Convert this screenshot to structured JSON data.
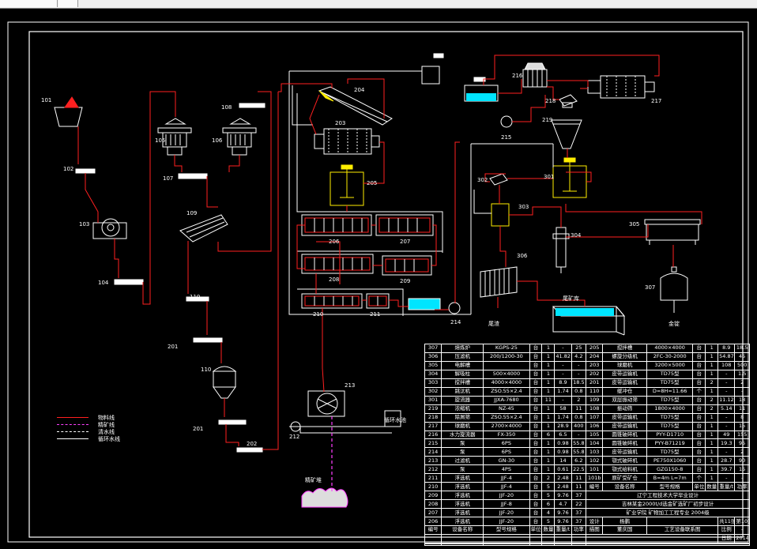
{
  "window": {
    "tabs": [
      "",
      ""
    ]
  },
  "equipment_labels": {
    "101": "101",
    "102": "102",
    "103": "103",
    "104": "104",
    "105": "105",
    "106": "106",
    "107": "107",
    "108": "108",
    "109": "109",
    "110": "110",
    "110b": "110",
    "201a": "201",
    "201b": "201",
    "202": "202",
    "203": "203",
    "204": "204",
    "205": "205",
    "206": "206",
    "207": "207",
    "208": "208",
    "209": "209",
    "210": "210",
    "211": "211",
    "212": "212",
    "213": "213",
    "214": "214",
    "215": "215",
    "216": "216",
    "217": "217",
    "218": "218",
    "219": "219",
    "301": "301",
    "302": "302",
    "303": "303",
    "304": "304",
    "305": "305",
    "306": "306",
    "307": "307"
  },
  "area_labels": {
    "tailings_dam": "尾矿库",
    "tailings": "尾渣",
    "gold_ingot": "金锭",
    "circulating_pool": "循环水池",
    "concentrate_yard": "精矿堆"
  },
  "legend": [
    {
      "label": "物料线",
      "color": "#ff2020",
      "style": "solid"
    },
    {
      "label": "精矿线",
      "color": "#ff40ff",
      "style": "dashed"
    },
    {
      "label": "清水线",
      "color": "#ffffff",
      "style": "dashdot"
    },
    {
      "label": "循环水线",
      "color": "#ffffff",
      "style": "solid"
    }
  ],
  "colors": {
    "material": "#ff2020",
    "concentrate": "#ff40ff",
    "water": "#ffffff",
    "tank": "#ffee00",
    "pool": "#00e5ff"
  },
  "equipment_table": {
    "left_rows": [
      [
        "307",
        "熔炼炉",
        "KGPS-25",
        "台",
        "1",
        "-",
        "25"
      ],
      [
        "306",
        "压滤机",
        "200/1200-30",
        "台",
        "1",
        "41.82",
        "4.2"
      ],
      [
        "305",
        "电解槽",
        "",
        "台",
        "1",
        "-",
        "-"
      ],
      [
        "304",
        "解吸柱",
        "500×4000",
        "台",
        "1",
        "-",
        "-"
      ],
      [
        "303",
        "搅拌槽",
        "4000×4000",
        "台",
        "1",
        "8.9",
        "18.5"
      ],
      [
        "302",
        "跳汰机",
        "ZSO.55×2.4",
        "台",
        "1",
        "1.74",
        "0.8"
      ],
      [
        "301",
        "旋流器",
        "JJXA-7680",
        "台",
        "11",
        "-",
        "2"
      ],
      [
        "219",
        "浓缩机",
        "NZ-45",
        "台",
        "1",
        "58",
        "11"
      ],
      [
        "218",
        "除屑筛",
        "ZSO.55×2.4",
        "台",
        "1",
        "1.74",
        "0.8"
      ],
      [
        "217",
        "球磨机",
        "2700×4000",
        "台",
        "1",
        "28.9",
        "400"
      ],
      [
        "216",
        "水力旋流器",
        "FX-350",
        "台",
        "6",
        "6.5",
        "-"
      ],
      [
        "215",
        "泵",
        "6PS",
        "台",
        "1",
        "0.98",
        "55.8"
      ],
      [
        "214",
        "泵",
        "6PS",
        "台",
        "1",
        "0.98",
        "55.8"
      ],
      [
        "213",
        "过滤机",
        "GN-30",
        "台",
        "1",
        "14",
        "6.2"
      ],
      [
        "212",
        "泵",
        "4PS",
        "台",
        "1",
        "0.61",
        "22.5"
      ],
      [
        "211",
        "浮选机",
        "JJF-4",
        "台",
        "2",
        "2.48",
        "11"
      ],
      [
        "210",
        "浮选机",
        "JJF-4",
        "台",
        "5",
        "2.48",
        "11"
      ],
      [
        "209",
        "浮选机",
        "JJF-20",
        "台",
        "5",
        "9.76",
        "37"
      ],
      [
        "208",
        "浮选机",
        "JJF-8",
        "台",
        "6",
        "4.7",
        "22"
      ],
      [
        "207",
        "浮选机",
        "JJF-20",
        "台",
        "4",
        "9.76",
        "37"
      ],
      [
        "206",
        "浮选机",
        "JJF-20",
        "台",
        "5",
        "9.76",
        "37"
      ]
    ],
    "left_footer": [
      "编号",
      "设备名称",
      "型号规格",
      "单位",
      "数量",
      "重量/t",
      "功率"
    ],
    "right_rows": [
      [
        "205",
        "搅拌槽",
        "4000×4000",
        "台",
        "1",
        "8.9",
        "18.5"
      ],
      [
        "204",
        "螺旋分级机",
        "2FC-30-2000",
        "台",
        "1",
        "54.87",
        "45"
      ],
      [
        "203",
        "球磨机",
        "3200×5000",
        "台",
        "1",
        "108",
        "500"
      ],
      [
        "202",
        "皮带运输机",
        "TD75型",
        "台",
        "1",
        "-",
        "1.5"
      ],
      [
        "201",
        "皮带运输机",
        "TD75型",
        "台",
        "2",
        "-",
        "2"
      ],
      [
        "110",
        "缓冲仓",
        "D=8H=11.66",
        "个",
        "1",
        "-",
        "-"
      ],
      [
        "109",
        "双层振动筛",
        "TD75型",
        "台",
        "2",
        "11.12",
        "18"
      ],
      [
        "108",
        "振动筛",
        "1800×4000",
        "台",
        "2",
        "5.14",
        "11"
      ],
      [
        "107",
        "皮带运输机",
        "TD75型",
        "台",
        "1",
        "-",
        "8"
      ],
      [
        "106",
        "皮带运输机",
        "TD75型",
        "台",
        "1",
        "-",
        "15"
      ],
      [
        "105",
        "圆锥破碎机",
        "PYY-D1710",
        "台",
        "1",
        "49",
        "155"
      ],
      [
        "104",
        "圆锥破碎机",
        "PYY-B71219",
        "台",
        "1",
        "19.3",
        "95"
      ],
      [
        "103",
        "皮带运输机",
        "TD75型",
        "台",
        "1",
        "-",
        "2"
      ],
      [
        "102",
        "颚式破碎机",
        "PE750X1060",
        "台",
        "1",
        "28.7",
        "90"
      ],
      [
        "101",
        "颚式给料机",
        "GZG150-8",
        "台",
        "1",
        "39.7",
        "15"
      ],
      [
        "101b",
        "原矿受矿仓",
        "B=4m L=7m",
        "个",
        "1",
        "-",
        "-"
      ]
    ],
    "right_footer": [
      "编号",
      "设备名称",
      "型号规格",
      "单位",
      "数量",
      "重量/t",
      "功率"
    ],
    "title_block": {
      "school": "辽宁工程技术大学毕业设计",
      "line1": "吉林某金2000t/d选金矿选矿厂初步设计",
      "line2": "矿业学院 矿物加工工程专业 2004级",
      "designer_label": "设计",
      "designer": "杨鹏",
      "drawer_label": "描图",
      "drawer": "董庆国",
      "drawing_title": "工艺设备联系图",
      "sheet_label": "共11张",
      "sheet_no": "第10张",
      "scale_label": "比例",
      "scale": "-",
      "date_label": "日期",
      "date": "2014.6"
    }
  }
}
